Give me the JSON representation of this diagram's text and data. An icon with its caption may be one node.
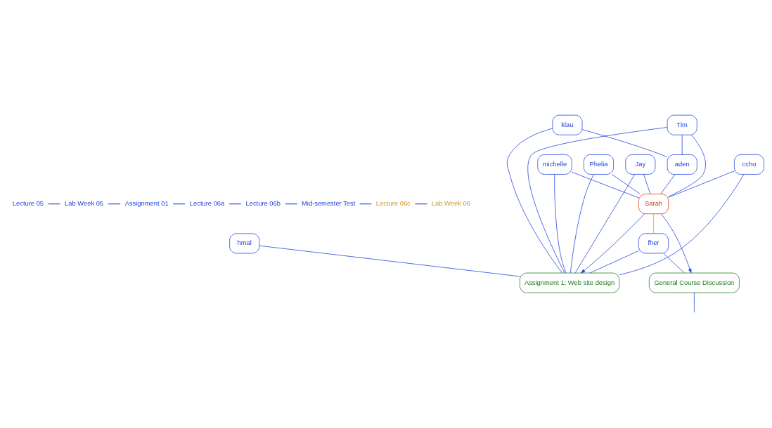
{
  "diagram": {
    "nodes": [
      {
        "text": [
          "hmal"
        ]
      },
      {
        "text": [
          "michelle"
        ]
      },
      {
        "text": [
          "klau"
        ]
      },
      {
        "text": [
          "Assignment 1: Web site design"
        ]
      },
      {
        "text": [
          "Phelia"
        ]
      },
      {
        "text": [
          "Tim"
        ]
      },
      {
        "text": [
          "Jay"
        ]
      },
      {
        "text": [
          "Sarah"
        ]
      },
      {
        "text": [
          "ccho"
        ]
      },
      {
        "text": [
          "fher"
        ]
      },
      {
        "text": [
          "aden"
        ]
      },
      {
        "text": [
          "General Course Discussion"
        ]
      }
    ],
    "edges": [
      {
        "from": 0,
        "to": 3,
        "arrow": "none"
      },
      {
        "from": 7,
        "to": 3,
        "arrow": "to"
      },
      {
        "from": 2,
        "to": 3,
        "arrow": "none"
      },
      {
        "from": 2,
        "to": 10,
        "arrow": "none"
      },
      {
        "from": 1,
        "to": 3,
        "arrow": "none"
      },
      {
        "from": 1,
        "to": 7,
        "arrow": "none"
      },
      {
        "from": 4,
        "to": 3,
        "arrow": "none"
      },
      {
        "from": 4,
        "to": 7,
        "arrow": "none"
      },
      {
        "from": 5,
        "to": 3,
        "arrow": "none"
      },
      {
        "from": 5,
        "to": 7,
        "arrow": "none"
      },
      {
        "from": 5,
        "to": 10,
        "arrow": "none"
      },
      {
        "from": 6,
        "to": 3,
        "arrow": "none"
      },
      {
        "from": 6,
        "to": 7,
        "arrow": "none"
      },
      {
        "from": 8,
        "to": 3,
        "arrow": "none"
      },
      {
        "from": 8,
        "to": 7,
        "arrow": "none"
      },
      {
        "from": 9,
        "to": 3,
        "arrow": "none"
      },
      {
        "from": 7,
        "to": 9,
        "arrow": "none",
        "color": "#e0a020"
      },
      {
        "from": 9,
        "to": 11,
        "arrow": "none"
      },
      {
        "from": 10,
        "to": 7,
        "arrow": "none"
      },
      {
        "from": 7,
        "to": 11,
        "arrow": "to"
      },
      {
        "from": 11,
        "to": null,
        "arrow": "none"
      }
    ],
    "labels": [
      "Lecture 05",
      "Lab Week 05",
      "Assignment 01",
      "Lecture 06a",
      "Lecture 06b",
      "Mid-semester Test",
      "Lecture 06c",
      "Lab Week 06"
    ]
  }
}
